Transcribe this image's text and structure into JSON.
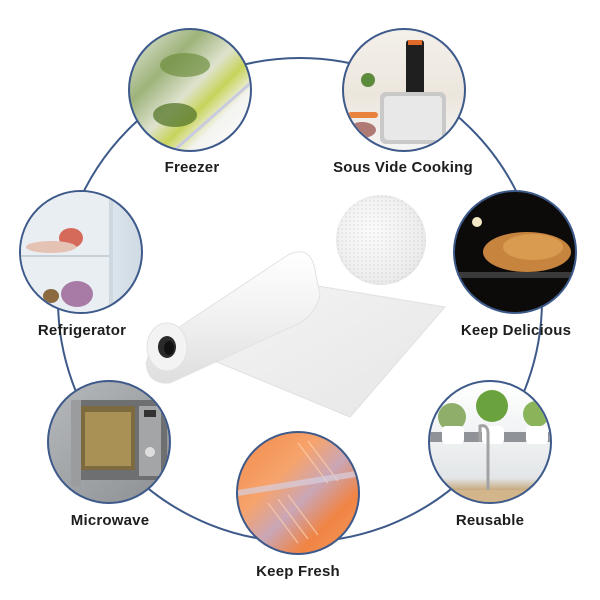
{
  "product": {
    "name": "vacuum-sealer-bag-roll",
    "texture_swatch": "embossed-texture-closeup"
  },
  "colors": {
    "ring_line": "#3e5a8a",
    "label_text": "#1d1d1d",
    "background": "#ffffff"
  },
  "uses": [
    {
      "label": "Freezer",
      "image": "frozen-vegetables-in-bags"
    },
    {
      "label": "Sous Vide Cooking",
      "image": "sous-vide-cooker-in-pot"
    },
    {
      "label": "Keep Delicious",
      "image": "roast-turkey-in-oven"
    },
    {
      "label": "Reusable",
      "image": "kitchen-sink-with-herbs"
    },
    {
      "label": "Keep Fresh",
      "image": "vacuum-sealed-salmon"
    },
    {
      "label": "Microwave",
      "image": "open-microwave-oven"
    },
    {
      "label": "Refrigerator",
      "image": "fridge-with-sealed-food"
    }
  ]
}
